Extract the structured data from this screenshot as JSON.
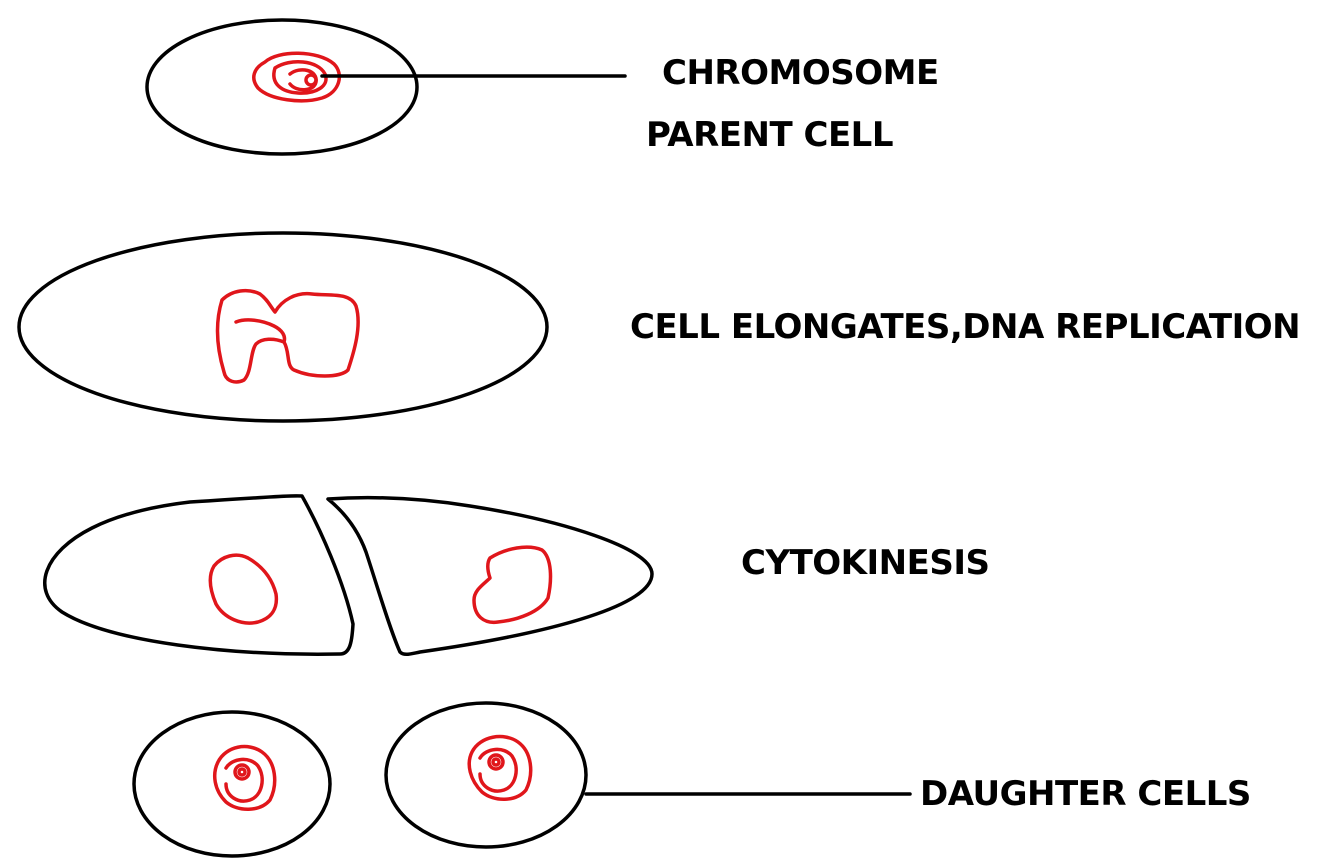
{
  "labels": {
    "chromosome": "CHROMOSOME",
    "parent_cell": "PARENT CELL",
    "elongation": "CELL ELONGATES,DNA REPLICATION",
    "cytokinesis": "CYTOKINESIS",
    "daughter_cells": "DAUGHTER CELLS"
  },
  "colors": {
    "outline": "#000000",
    "chromosome": "#e0161b",
    "background": "#ffffff"
  }
}
